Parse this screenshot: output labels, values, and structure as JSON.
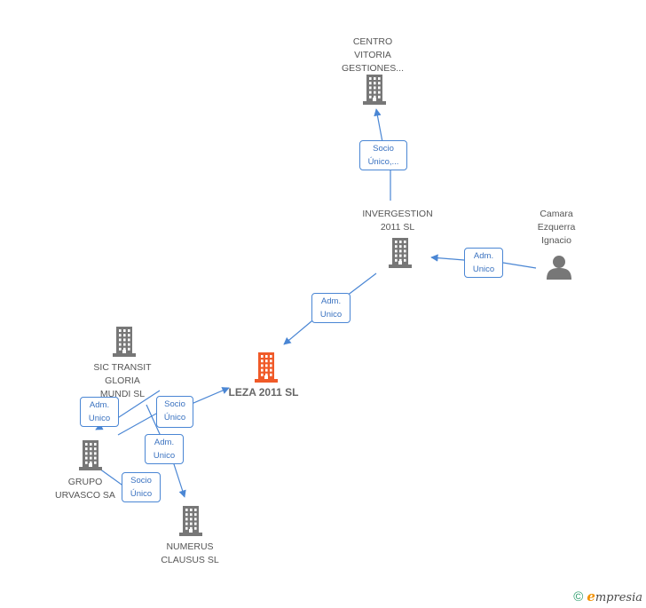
{
  "nodes": [
    {
      "id": "centro",
      "label": "CENTRO\nVITORIA\nGESTIONES...",
      "type": "company",
      "color": "#777777"
    },
    {
      "id": "invergestion",
      "label": "INVERGESTION\n2011 SL",
      "type": "company",
      "color": "#777777"
    },
    {
      "id": "camara",
      "label": "Camara\nEzquerra\nIgnacio",
      "type": "person",
      "color": "#777777"
    },
    {
      "id": "leza",
      "label": "LEZA 2011 SL",
      "type": "company",
      "color": "#f05a28",
      "main": true
    },
    {
      "id": "sic",
      "label": "SIC TRANSIT\nGLORIA\nMUNDI SL",
      "type": "company",
      "color": "#777777"
    },
    {
      "id": "grupo",
      "label": "GRUPO\nURVASCO SA",
      "type": "company",
      "color": "#777777"
    },
    {
      "id": "numerus",
      "label": "NUMERUS\nCLAUSUS SL",
      "type": "company",
      "color": "#777777"
    }
  ],
  "relations": [
    {
      "id": "rel-inver-centro",
      "label": "Socio\nÚnico,..."
    },
    {
      "id": "rel-camara-inver",
      "label": "Adm.\nUnico"
    },
    {
      "id": "rel-inver-leza",
      "label": "Adm.\nUnico"
    },
    {
      "id": "rel-sic-grupo",
      "label": "Adm.\nUnico"
    },
    {
      "id": "rel-grupo-leza",
      "label": "Socio\nÚnico"
    },
    {
      "id": "rel-sic-numerus",
      "label": "Adm.\nUnico"
    },
    {
      "id": "rel-grupo-numerus",
      "label": "Socio\nÚnico"
    }
  ],
  "colors": {
    "edge": "#4a86d4",
    "node": "#777777",
    "main": "#f05a28"
  },
  "footer": {
    "copyright": "©",
    "brand_initial": "e",
    "brand_rest": "mpresia"
  }
}
